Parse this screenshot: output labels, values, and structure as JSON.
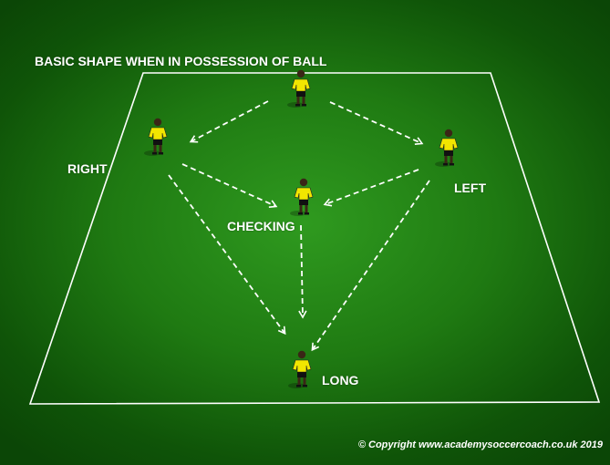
{
  "title": "BASIC SHAPE WHEN IN POSSESSION OF BALL",
  "labels": {
    "right": "RIGHT",
    "left": "LEFT",
    "checking": "CHECKING",
    "long": "LONG"
  },
  "copyright": "© Copyright www.academysoccercoach.co.uk 2019",
  "colors": {
    "pitch_dark": "#0b4606",
    "pitch_light": "#2f9a1f",
    "lines": "#ffffff",
    "shirt": "#f2e600",
    "shorts": "#111111"
  },
  "players": [
    {
      "id": "top"
    },
    {
      "id": "right"
    },
    {
      "id": "left"
    },
    {
      "id": "checking"
    },
    {
      "id": "long"
    }
  ],
  "passes": [
    {
      "from": "top",
      "to": "right"
    },
    {
      "from": "top",
      "to": "left"
    },
    {
      "from": "right",
      "to": "checking"
    },
    {
      "from": "left",
      "to": "checking"
    },
    {
      "from": "right",
      "to": "long"
    },
    {
      "from": "checking",
      "to": "long"
    },
    {
      "from": "left",
      "to": "long"
    }
  ]
}
